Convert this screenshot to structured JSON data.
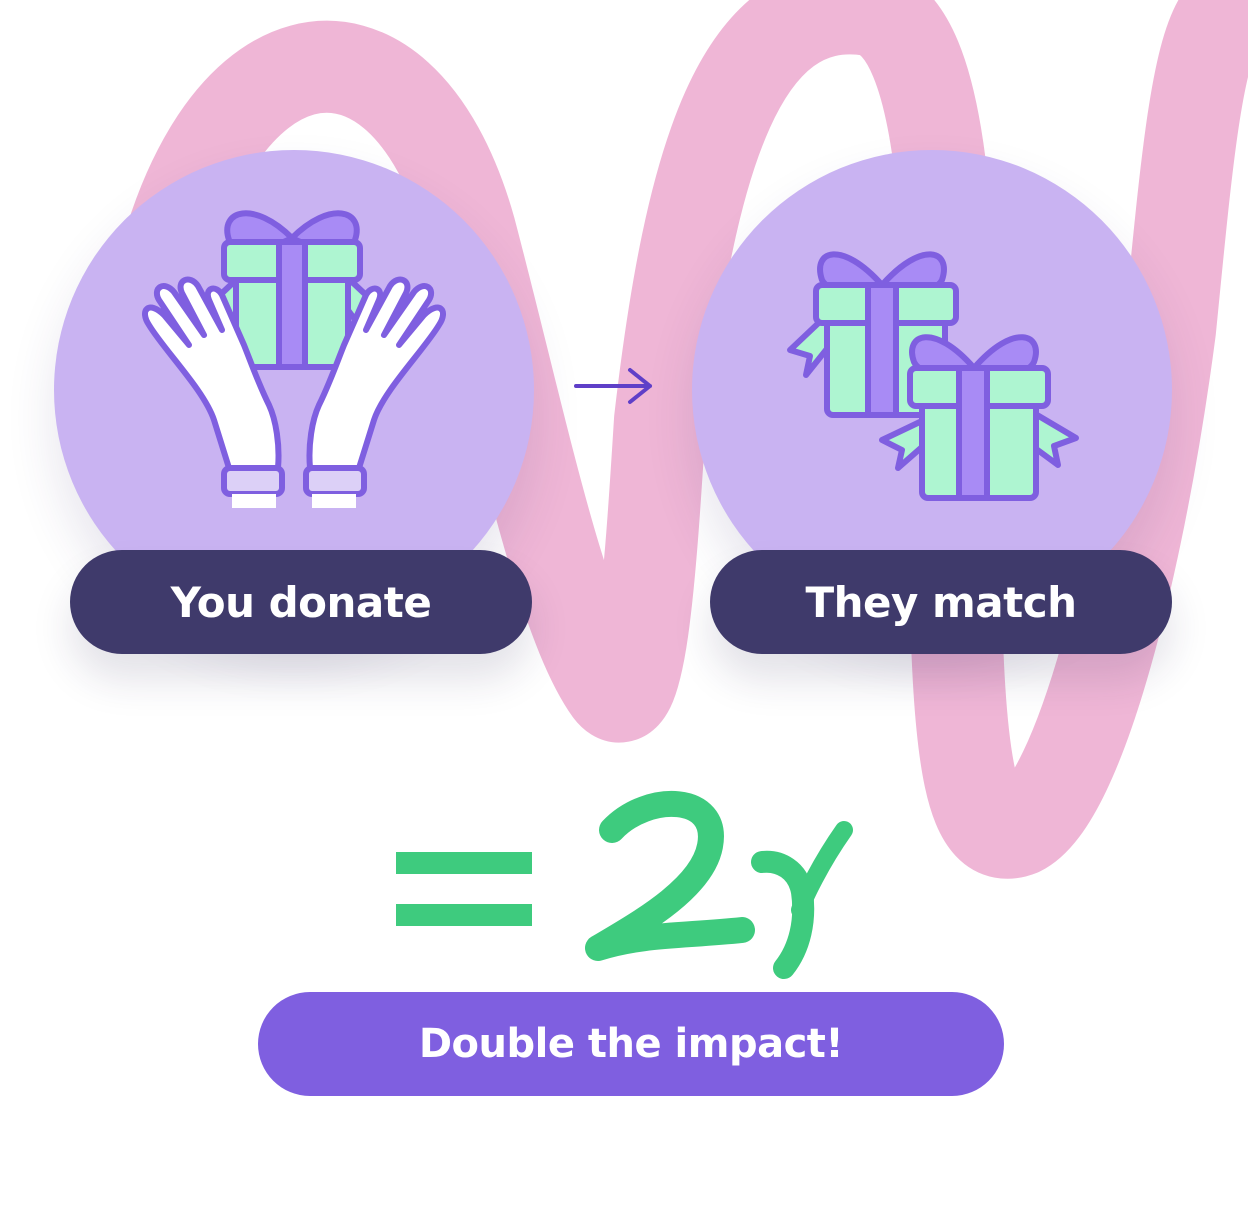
{
  "steps": [
    {
      "label": "You donate",
      "icon": "hands-holding-gift-icon"
    },
    {
      "label": "They match",
      "icon": "two-gifts-icon"
    }
  ],
  "result": {
    "equals_icon": "equals-icon",
    "multiplier": "2x",
    "label": "Double the impact!"
  },
  "colors": {
    "circle": "#c9b3f2",
    "dark_pill": "#3f3a6b",
    "purple_pill": "#7f5fe0",
    "accent_green": "#3ecb7e",
    "gift_fill": "#aef5d1",
    "ribbon": "#a88bf5",
    "outline": "#7f5fe0",
    "scribble": "#efb6d6"
  }
}
